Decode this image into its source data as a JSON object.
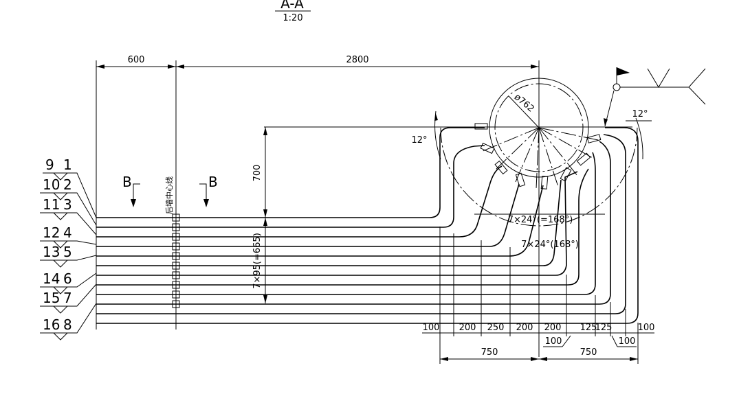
{
  "section": {
    "title": "A-A",
    "scale": "1:20"
  },
  "dims": {
    "width_left": "600",
    "width_main": "2800",
    "height": "700",
    "spacing": "7×95(=665)",
    "diameter": "ø762",
    "angle_left": "12°",
    "angle_right": "12°",
    "arc_outer": "7×24°(=168°)",
    "arc_inner": "7×24°(168°)"
  },
  "bottom_dims": [
    "100",
    "200",
    "250",
    "200",
    "200",
    "125",
    "125",
    "100"
  ],
  "bottom_sub": {
    "left": "100",
    "right": "100"
  },
  "bottom_totals": {
    "left": "750",
    "right": "750"
  },
  "section_marks": {
    "left": "B",
    "right": "B"
  },
  "centerline_label": "后墙中心线",
  "cable_labels": [
    {
      "top": "9",
      "bottom": "1"
    },
    {
      "top": "10",
      "bottom": "2"
    },
    {
      "top": "11",
      "bottom": "3"
    },
    {
      "top": "12",
      "bottom": "4"
    },
    {
      "top": "13",
      "bottom": "5"
    },
    {
      "top": "14",
      "bottom": "6"
    },
    {
      "top": "15",
      "bottom": "7"
    },
    {
      "top": "16",
      "bottom": "8"
    }
  ]
}
